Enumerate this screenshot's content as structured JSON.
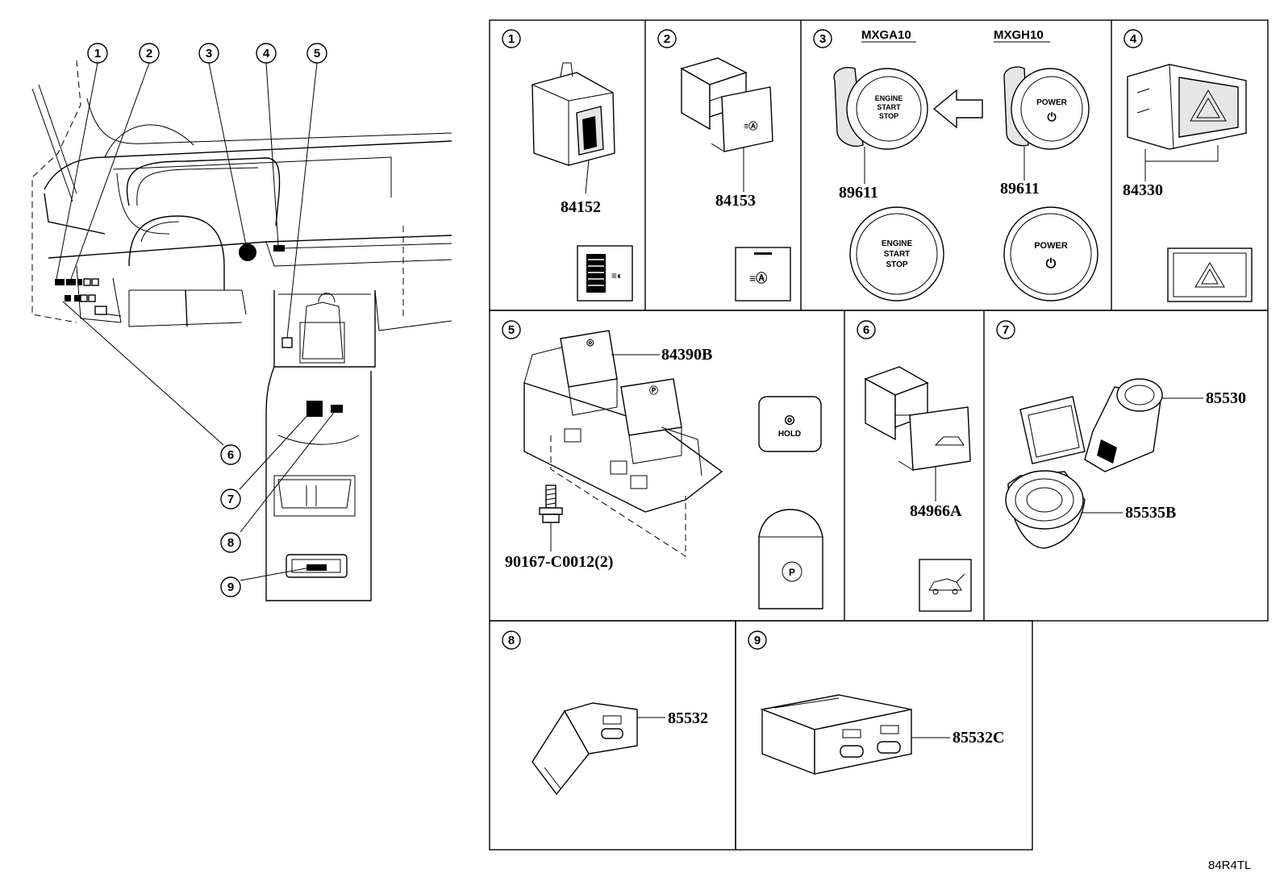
{
  "diagram": {
    "overview": {
      "callouts": [
        "1",
        "2",
        "3",
        "4",
        "5",
        "6",
        "7",
        "8",
        "9"
      ]
    },
    "panels": [
      {
        "number": "1",
        "parts": [
          "84152"
        ]
      },
      {
        "number": "2",
        "parts": [
          "84153"
        ]
      },
      {
        "number": "3",
        "variants": [
          "MXGA10",
          "MXGH10"
        ],
        "parts": [
          "89611",
          "89611"
        ],
        "button_text": {
          "engine": [
            "ENGINE",
            "START",
            "STOP"
          ],
          "power": "POWER"
        }
      },
      {
        "number": "4",
        "parts": [
          "84330"
        ]
      },
      {
        "number": "5",
        "parts": [
          "84390B",
          "90167-C0012(2)"
        ],
        "button_text": {
          "hold": "HOLD",
          "park": "P"
        }
      },
      {
        "number": "6",
        "parts": [
          "84966A"
        ]
      },
      {
        "number": "7",
        "parts": [
          "85530",
          "85535B"
        ]
      },
      {
        "number": "8",
        "parts": [
          "85532"
        ]
      },
      {
        "number": "9",
        "parts": [
          "85532C"
        ]
      }
    ],
    "footer_code": "84R4TL"
  }
}
